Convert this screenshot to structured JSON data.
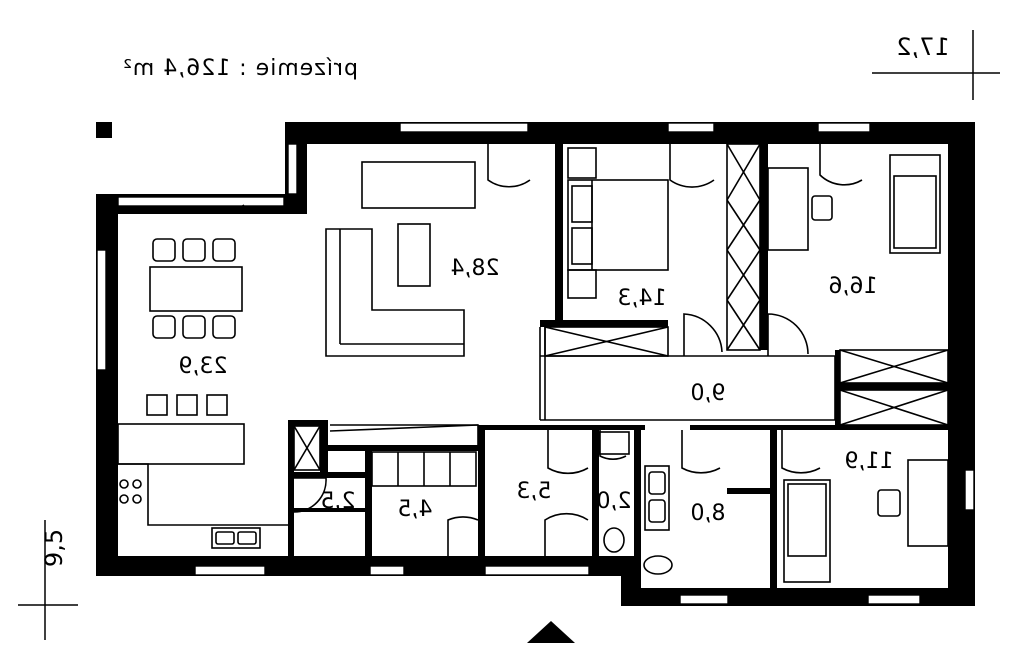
{
  "plan": {
    "title": "prízemie : 126,4 m²",
    "dimension_width": "17,2",
    "dimension_depth": "9,5",
    "rooms": [
      {
        "id": "dining",
        "area": "23,9"
      },
      {
        "id": "living",
        "area": "28,4"
      },
      {
        "id": "bedroom-master",
        "area": "14,3"
      },
      {
        "id": "room-ne",
        "area": "16,6"
      },
      {
        "id": "hall",
        "area": "9,0"
      },
      {
        "id": "room-se",
        "area": "11,9"
      },
      {
        "id": "bath",
        "area": "8,0"
      },
      {
        "id": "wc",
        "area": "2,0"
      },
      {
        "id": "utility",
        "area": "5,3"
      },
      {
        "id": "entry",
        "area": "4,5"
      },
      {
        "id": "storage",
        "area": "2,5"
      }
    ]
  }
}
